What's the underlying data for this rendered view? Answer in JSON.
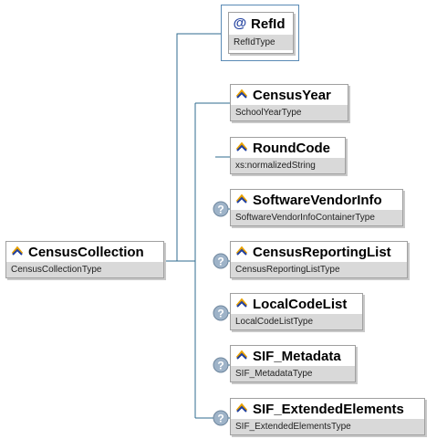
{
  "root": {
    "name": "CensusCollection",
    "type": "CensusCollectionType"
  },
  "attribute": {
    "symbol": "@",
    "name": "RefId",
    "type": "RefIdType"
  },
  "children": [
    {
      "name": "CensusYear",
      "type": "SchoolYearType",
      "optional": false
    },
    {
      "name": "RoundCode",
      "type": "xs:normalizedString",
      "optional": false
    },
    {
      "name": "SoftwareVendorInfo",
      "type": "SoftwareVendorInfoContainerType",
      "optional": true
    },
    {
      "name": "CensusReportingList",
      "type": "CensusReportingListType",
      "optional": true
    },
    {
      "name": "LocalCodeList",
      "type": "LocalCodeListType",
      "optional": true
    },
    {
      "name": "SIF_Metadata",
      "type": "SIF_MetadataType",
      "optional": true
    },
    {
      "name": "SIF_ExtendedElements",
      "type": "SIF_ExtendedElementsType",
      "optional": true
    }
  ],
  "colors": {
    "line": "#2f6b8f",
    "border": "#a0a0a0",
    "type_bg": "#d9d9d9",
    "attr_frame": "#5a8ab5"
  },
  "icons": {
    "element": "element-icon",
    "attribute": "attribute-icon",
    "optional": "question-icon"
  }
}
